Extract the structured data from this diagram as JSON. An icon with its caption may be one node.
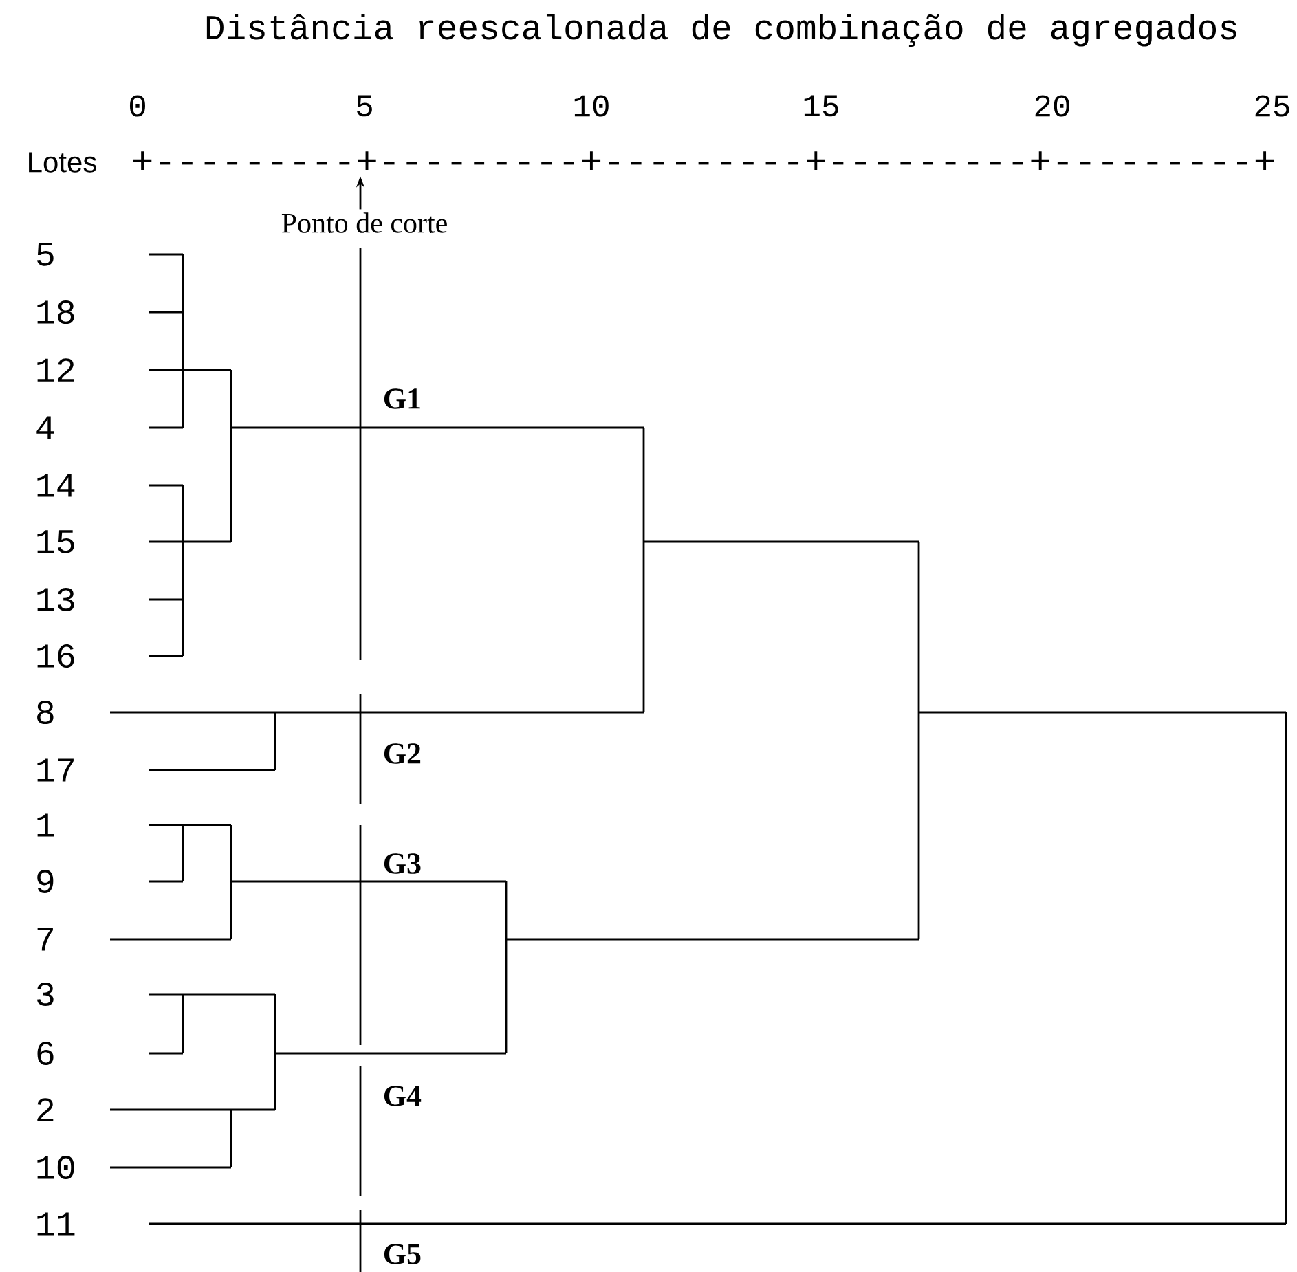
{
  "diagram": {
    "title": "Distância reescalonada de combinação de agregados",
    "nodes": [
      {
        "text": [
          "Ponto de corte"
        ]
      },
      {
        "text": [
          "+---------+---------+---------+---------+---------+"
        ]
      }
    ],
    "edges": [
      {
        "from": 0,
        "to": 1,
        "arrow": "to"
      }
    ],
    "labels": [
      "0",
      "5",
      "10",
      "15",
      "20",
      "25",
      "Lotes",
      "5",
      "18",
      "12",
      "G1",
      "4",
      "14",
      "15",
      "13",
      "16",
      "8",
      "G2",
      "17",
      "1",
      "G3",
      "9",
      "7",
      "3",
      "6",
      "G4",
      "2",
      "10",
      "11",
      "G5"
    ]
  }
}
